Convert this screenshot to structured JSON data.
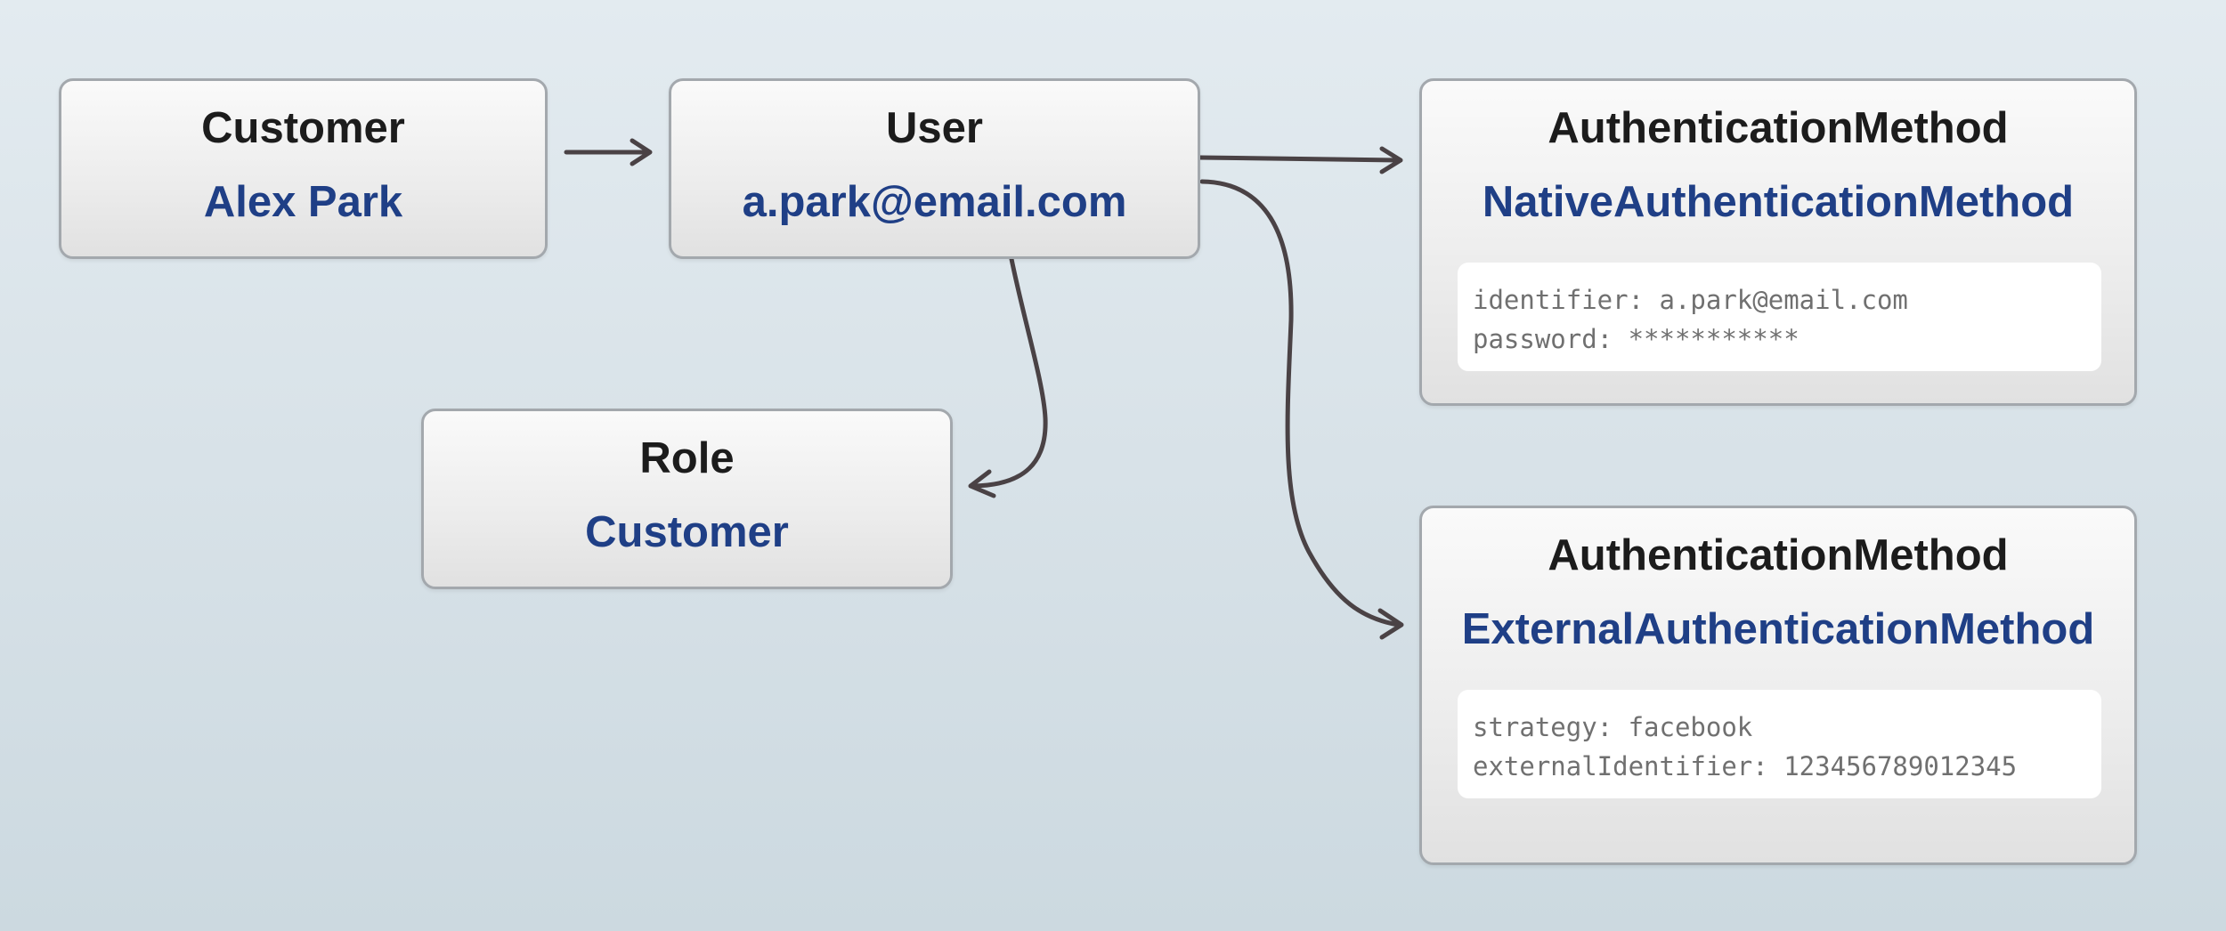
{
  "nodes": {
    "customer": {
      "title": "Customer",
      "value": "Alex Park"
    },
    "user": {
      "title": "User",
      "value": "a.park@email.com"
    },
    "role": {
      "title": "Role",
      "value": "Customer"
    },
    "native_auth": {
      "title": "AuthenticationMethod",
      "value": "NativeAuthenticationMethod",
      "details": [
        "identifier: a.park@email.com",
        "password: ***********"
      ]
    },
    "external_auth": {
      "title": "AuthenticationMethod",
      "value": "ExternalAuthenticationMethod",
      "details": [
        "strategy: facebook",
        "externalIdentifier: 123456789012345"
      ]
    }
  },
  "colors": {
    "title": "#1c1c1c",
    "value": "#1f3f86",
    "arrow": "#4a4245",
    "detail_text": "#707070"
  }
}
